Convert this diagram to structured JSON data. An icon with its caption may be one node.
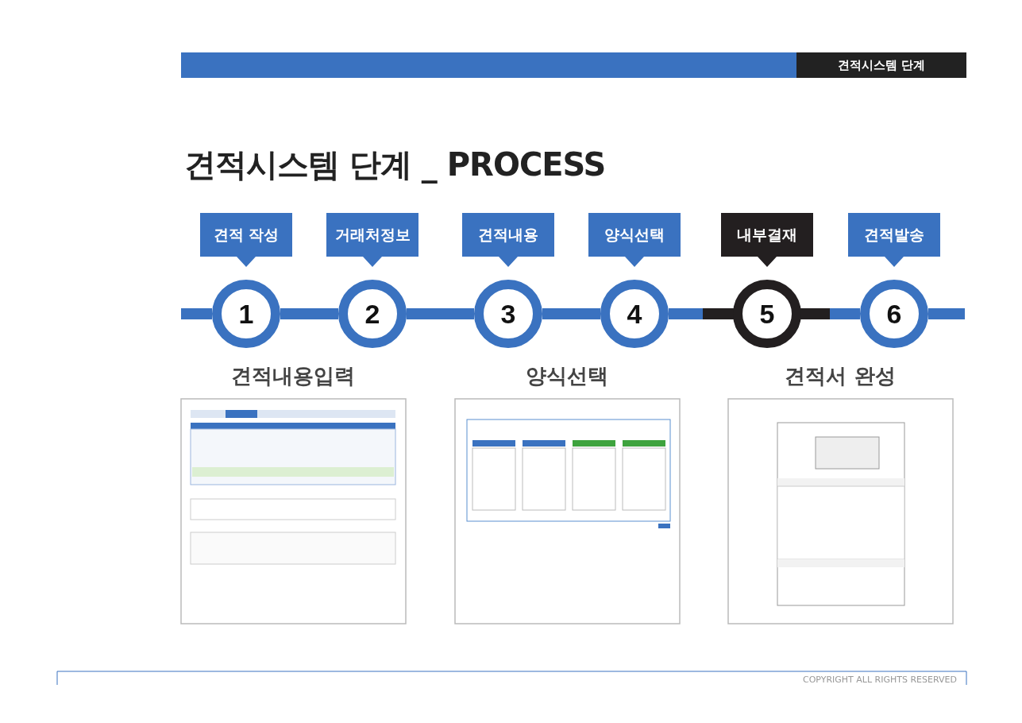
{
  "diagram": {
    "title": "견적시스템 단계 _ PROCESS",
    "nodes": [
      {
        "text": [
          "견적 작성"
        ]
      },
      {
        "text": [
          "거래처정보"
        ]
      },
      {
        "text": [
          "견적내용"
        ]
      },
      {
        "text": [
          "양식선택"
        ]
      },
      {
        "text": [
          "내부결재"
        ]
      },
      {
        "text": [
          "견적발송"
        ]
      },
      {
        "text": [
          "1"
        ]
      },
      {
        "text": [
          "2"
        ]
      },
      {
        "text": [
          "3"
        ]
      },
      {
        "text": [
          "4"
        ]
      },
      {
        "text": [
          "5"
        ]
      },
      {
        "text": [
          "6"
        ]
      }
    ],
    "edges": [
      {
        "from": 6,
        "to": 7,
        "arrow": "none"
      },
      {
        "from": 7,
        "to": 8,
        "arrow": "none"
      },
      {
        "from": 8,
        "to": 9,
        "arrow": "none"
      },
      {
        "from": 9,
        "to": 10,
        "arrow": "none"
      },
      {
        "from": 10,
        "to": 11,
        "arrow": "none"
      }
    ],
    "labels": [
      "견적시스템 단계",
      "견적내용입력",
      "양식선택",
      "견적서 완성",
      "COPYRIGHT ALL RIGHTS RESERVED"
    ]
  }
}
